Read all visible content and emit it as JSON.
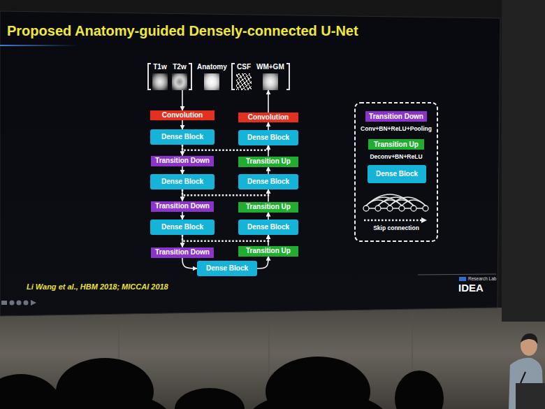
{
  "diagram": {
    "title": "Proposed Anatomy-guided Densely-connected U-Net",
    "nodes": [
      {
        "text": [
          "T1w",
          "T2w",
          "Anatomy"
        ]
      },
      {
        "text": [
          "CSF",
          "WM+GM"
        ]
      },
      {
        "text": [
          "Convolution"
        ]
      },
      {
        "text": [
          "Convolution"
        ]
      },
      {
        "text": [
          "Dense Block"
        ]
      },
      {
        "text": [
          "Dense Block"
        ]
      },
      {
        "text": [
          "Transition Down"
        ]
      },
      {
        "text": [
          "Transition Up"
        ]
      },
      {
        "text": [
          "Dense Block"
        ]
      },
      {
        "text": [
          "Dense Block"
        ]
      },
      {
        "text": [
          "Transition Down"
        ]
      },
      {
        "text": [
          "Transition Up"
        ]
      },
      {
        "text": [
          "Dense Block"
        ]
      },
      {
        "text": [
          "Dense Block"
        ]
      },
      {
        "text": [
          "Transition Down"
        ]
      },
      {
        "text": [
          "Transition Up"
        ]
      },
      {
        "text": [
          "Dense Block"
        ]
      },
      {
        "text": [
          "Transition Down",
          "Conv+BN+ReLU+Pooling"
        ]
      },
      {
        "text": [
          "Transition Up",
          "Deconv+BN+ReLU"
        ]
      },
      {
        "text": [
          "Dense Block"
        ]
      }
    ],
    "edges": [
      {
        "from": 0,
        "to": 2,
        "arrow": "to"
      },
      {
        "from": 2,
        "to": 4,
        "arrow": "to"
      },
      {
        "from": 4,
        "to": 6,
        "arrow": "to"
      },
      {
        "from": 6,
        "to": 8,
        "arrow": "to"
      },
      {
        "from": 8,
        "to": 10,
        "arrow": "to"
      },
      {
        "from": 10,
        "to": 12,
        "arrow": "to"
      },
      {
        "from": 12,
        "to": 14,
        "arrow": "to"
      },
      {
        "from": 14,
        "to": 16,
        "arrow": "to"
      },
      {
        "from": 16,
        "to": 15,
        "arrow": "to"
      },
      {
        "from": 15,
        "to": 13,
        "arrow": "to"
      },
      {
        "from": 13,
        "to": 11,
        "arrow": "to"
      },
      {
        "from": 11,
        "to": 9,
        "arrow": "to"
      },
      {
        "from": 9,
        "to": 7,
        "arrow": "to"
      },
      {
        "from": 7,
        "to": 5,
        "arrow": "to"
      },
      {
        "from": 5,
        "to": 3,
        "arrow": "to"
      },
      {
        "from": 3,
        "to": 1,
        "arrow": "to"
      },
      {
        "from": 4,
        "to": 5,
        "arrow": "to"
      },
      {
        "from": 8,
        "to": 9,
        "arrow": "to"
      },
      {
        "from": 12,
        "to": 13,
        "arrow": "to"
      }
    ],
    "labels": [
      "Skip connection",
      "Li Wang et al., HBM 2018; MICCAI 2018",
      "Research Lab",
      "IDEA"
    ]
  }
}
